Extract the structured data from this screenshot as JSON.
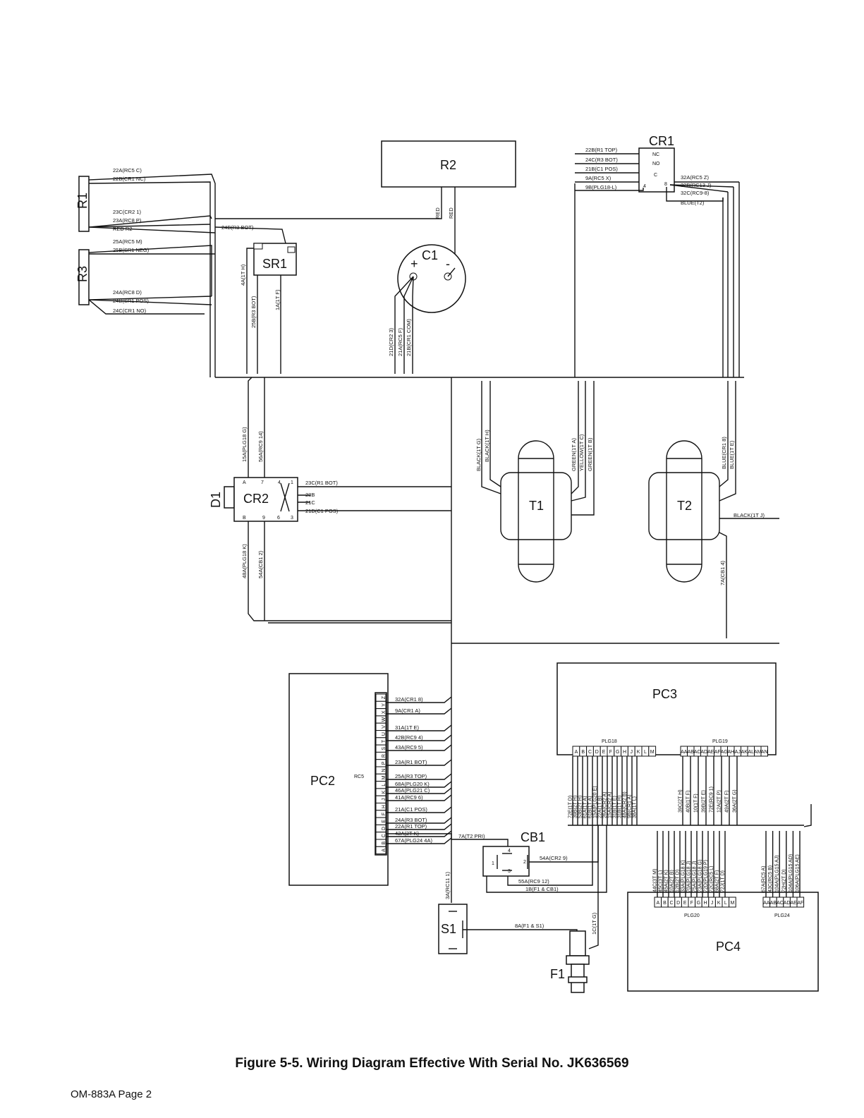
{
  "caption": "Figure 5-5. Wiring Diagram Effective With Serial No. JK636569",
  "page_ref": "OM-883A Page 2",
  "components": {
    "R1": "R1",
    "R2": "R2",
    "R3": "R3",
    "SR1": "SR1",
    "C1": "C1",
    "CR1": "CR1",
    "CR2": "CR2",
    "D1": "D1",
    "T1": "T1",
    "T2": "T2",
    "PC2": "PC2",
    "PC3": "PC3",
    "PC4": "PC4",
    "CB1": "CB1",
    "S1": "S1",
    "F1": "F1",
    "RC5": "RC5",
    "PLG18": "PLG18",
    "PLG19": "PLG19",
    "PLG20": "PLG20",
    "PLG24": "PLG24"
  },
  "marks": {
    "plus": "+",
    "minus": "-"
  },
  "wires": {
    "r1": [
      "22A(RC5 C)",
      "22B(CR1 NC)",
      "23C(CR2 1)",
      "23A(RC8 P)",
      "RED R2"
    ],
    "r3": [
      "25A(RC5 M)",
      "25B(SR1 NEG)",
      "24A(RC8 D)",
      "24B(SR1 POS)",
      "24C(CR1 NO)"
    ],
    "sr1_top": "24B(R3 BOT)",
    "sr1_left": "4A(1T H)",
    "sr1_bottom": [
      "25B(R3 BOT)",
      "1A(1T F)"
    ],
    "r2": [
      "RED",
      "RED"
    ],
    "c1": [
      "21D(CR2 3)",
      "21A(RC5 F)",
      "21B(CR1 COM)"
    ],
    "cr1_in": [
      "22B(R1 TOP)",
      "24C(R3 BOT)",
      "21B(C1 POS)",
      "9A(RC5 X)",
      "9B(PLG18-L)"
    ],
    "cr1_pins": [
      "NC",
      "NO",
      "C",
      "4",
      "8"
    ],
    "cr1_out": [
      "32A(RC5 Z)",
      "32B(RC13 J)",
      "32C(RC9-8)",
      "BLUE(T2)"
    ],
    "cr2_top": [
      "15A(PLG18 G)",
      "56A(RC9 14)"
    ],
    "cr2_right": [
      "23C(R1 BOT)",
      "23B",
      "21C",
      "21D(C1 POS)"
    ],
    "cr2_bottom": [
      "48A(PLG18 K)",
      "54A(CB1 2)"
    ],
    "cr2_pins": [
      "A",
      "7",
      "4",
      "1",
      "B",
      "9",
      "6",
      "3"
    ],
    "t1": [
      "BLACK(1T G)",
      "BLACK(1T H)",
      "GREEN(1T A)",
      "YELLOW(1T C)",
      "GREEN(1T B)"
    ],
    "t2": [
      "BLUE(CR1 8)",
      "BLUE(1T E)",
      "BLACK(1T J)",
      "7A(CB1 4)"
    ],
    "pc2": [
      "32A(CR1 8)",
      "9A(CR1 A)",
      "31A(1T E)",
      "42B(RC9 4)",
      "43A(RC9 5)",
      "23A(R1 BOT)",
      "25A(R3 TOP)",
      "68A(PLG20 K)",
      "46A(PLG21 C)",
      "41A(RC9 6)",
      "21A(C1 POS)",
      "24A(R3 BOT)",
      "22A(R1 TOP)",
      "42A(2T K)",
      "67A(PLG24 4A)"
    ],
    "rc5_pins": [
      "Z",
      "Y",
      "X",
      "W",
      "V",
      "U",
      "T",
      "S",
      "R",
      "P",
      "N",
      "M",
      "L",
      "K",
      "J",
      "H",
      "F",
      "E",
      "D",
      "C",
      "B",
      "A"
    ],
    "cb1": [
      "7A(T2 PRI)",
      "54A(CR2 9)",
      "55A(RC9 12)",
      "1B(F1 & CB1)"
    ],
    "cb1_pins": [
      "1",
      "2",
      "4",
      "3"
    ],
    "s1": [
      "3A(RC11 1)",
      "8A(F1 & S1)"
    ],
    "f1": "1C(1T G)",
    "plg18_wires": [
      "72E(1T D)",
      "39B(2T H)",
      "53B(2T H)",
      "61A(1T A)",
      "61B(1T A)",
      "15A(PLG20 E)",
      "22A(1T B)",
      "26A(CR2 A)",
      "15A(CR2 A)",
      "31B(1T E)",
      "31B(1T H)",
      "48A(CR2 B)",
      "9B(CR1 A)",
      "38A(1T L)"
    ],
    "plg18_pins": [
      "A",
      "B",
      "C",
      "D",
      "E",
      "F",
      "G",
      "H",
      "J",
      "K",
      "L",
      "M"
    ],
    "plg19_wires": [
      "39C(2T H)",
      "40B(1T F)",
      "10(1T F)",
      "39B(2T E)",
      "72E(RC9 1)",
      "12A(2T P)",
      "49A(2T F)",
      "36A(2T G)"
    ],
    "plg19_pins": [
      "AA",
      "AB",
      "AC",
      "AD",
      "AE",
      "AF",
      "AG",
      "AH",
      "AJ",
      "AK",
      "AL",
      "AM",
      "AN"
    ],
    "plg20_wires": [
      "44C(3T M)",
      "45C(3T L)",
      "45A(2T K)",
      "10A(2T B)",
      "12B(2T D)",
      "33A(PLG18 K)",
      "70A(PLG18 J)",
      "75A(PLG18 J)",
      "73A(PLG18 G)",
      "72D(PLG19 P)",
      "72C(RC5 L)",
      "68A(2T F)",
      "72J(1T D)"
    ],
    "plg20_pins": [
      "A",
      "B",
      "C",
      "D",
      "E",
      "F",
      "G",
      "H",
      "J",
      "K",
      "L",
      "M"
    ],
    "plg24_wires": [
      "67A(RC5 A)",
      "43C(RC5 B)",
      "104A(PLG15 AJ)",
      "72H(2T D)",
      "104A(PLG15 AD)",
      "106A(PLG15 AE)"
    ],
    "plg24_pins": [
      "AA",
      "AB",
      "AC",
      "AD",
      "AE",
      "AF"
    ]
  }
}
